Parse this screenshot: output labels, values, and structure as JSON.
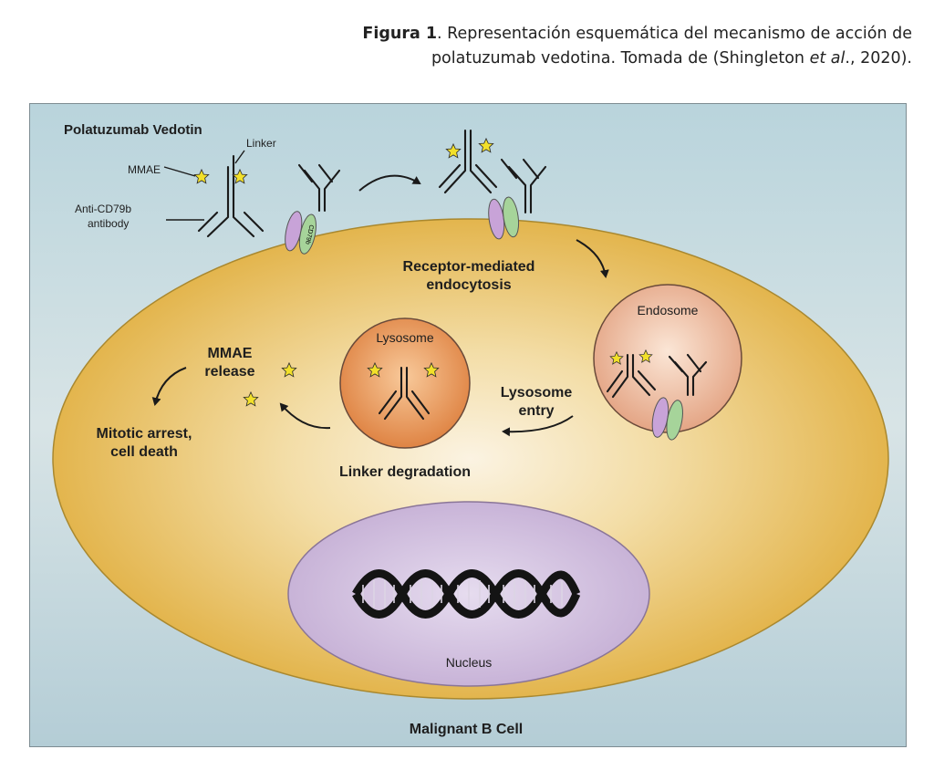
{
  "caption": {
    "figura": "Figura 1",
    "line1_rest": ". Representación esquemática del mecanismo de acción de",
    "line2_pre": "polatuzumab vedotina. Tomada de (Shingleton ",
    "line2_italic": "et al",
    "line2_post": "., 2020)."
  },
  "diagram": {
    "drug_title": "Polatuzumab Vedotin",
    "legend": {
      "linker": "Linker",
      "mmae": "MMAE",
      "antibody_line1": "Anti-CD79b",
      "antibody_line2": "antibody"
    },
    "receptor_label": "CD79b",
    "steps": {
      "endocytosis_line1": "Receptor-mediated",
      "endocytosis_line2": "endocytosis",
      "endosome": "Endosome",
      "lysosome": "Lysosome",
      "lysosome_entry_line1": "Lysosome",
      "lysosome_entry_line2": "entry",
      "linker_degradation": "Linker degradation",
      "mmae_release_line1": "MMAE",
      "mmae_release_line2": "release",
      "outcome_line1": "Mitotic arrest,",
      "outcome_line2": "cell death"
    },
    "nucleus": "Nucleus",
    "cell": "Malignant B Cell"
  },
  "colors": {
    "background_top": "#b9d4dc",
    "cell_fill": "#e3b54d",
    "cell_center": "#fbf3e2",
    "lysosome": "#e0884a",
    "endosome": "#e9b293",
    "nucleus": "#cfbbdc",
    "star": "#f2e02a",
    "receptor_purple": "#c8a3d8",
    "receptor_green": "#a6d49a"
  }
}
